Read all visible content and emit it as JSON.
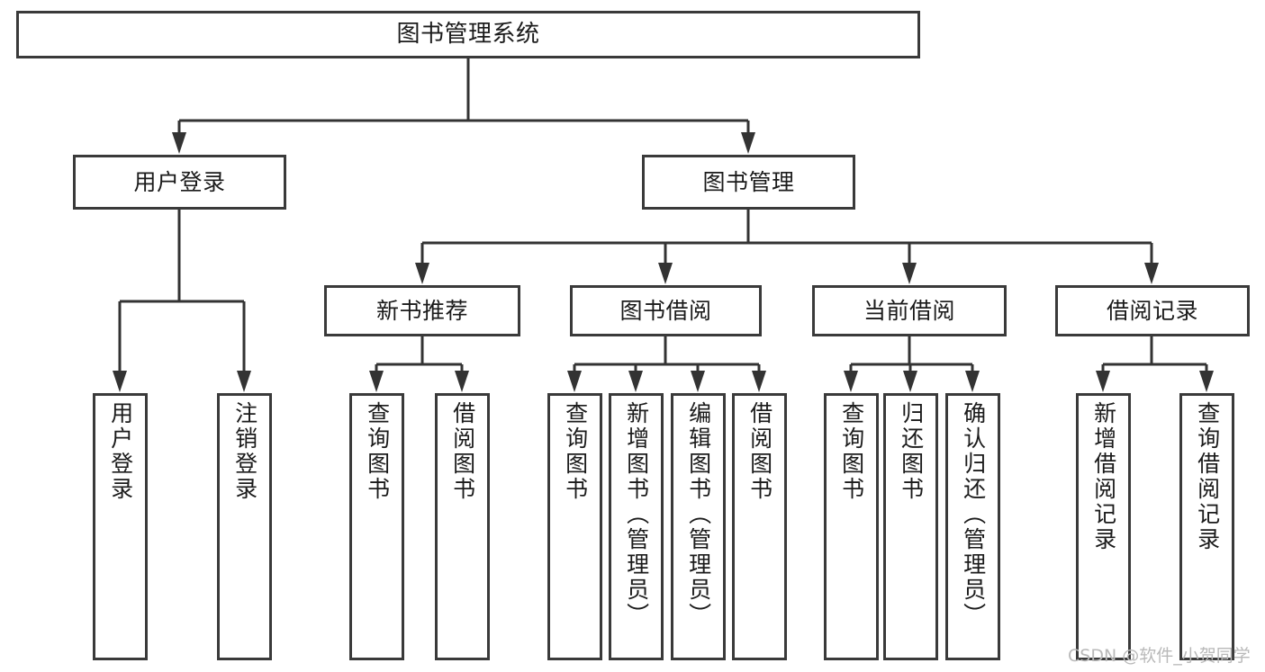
{
  "diagram": {
    "type": "tree-hierarchy-chart",
    "title": "图书管理系统",
    "watermark": "CSDN @软件_小贺同学",
    "colors": {
      "box_border": "#3a3a3a",
      "box_fill": "#ffffff",
      "connector": "#333333",
      "text": "#1b1b1b",
      "watermark": "#b9b9b9",
      "background": "#ffffff"
    },
    "root": {
      "label": "图书管理系统"
    },
    "level1": [
      {
        "label": "用户登录"
      },
      {
        "label": "图书管理"
      }
    ],
    "level2": [
      {
        "label": "新书推荐"
      },
      {
        "label": "图书借阅"
      },
      {
        "label": "当前借阅"
      },
      {
        "label": "借阅记录"
      }
    ],
    "leaves": {
      "user_login": [
        {
          "label": "用户登录"
        },
        {
          "label": "注销登录"
        }
      ],
      "new_book_recommend": [
        {
          "label": "查询图书"
        },
        {
          "label": "借阅图书"
        }
      ],
      "book_borrow": [
        {
          "label": "查询图书"
        },
        {
          "label": "新增图书（管理员）"
        },
        {
          "label": "编辑图书（管理员）"
        },
        {
          "label": "借阅图书"
        }
      ],
      "current_borrow": [
        {
          "label": "查询图书"
        },
        {
          "label": "归还图书"
        },
        {
          "label": "确认归还（管理员）"
        }
      ],
      "borrow_record": [
        {
          "label": "新增借阅记录"
        },
        {
          "label": "查询借阅记录"
        }
      ]
    }
  }
}
